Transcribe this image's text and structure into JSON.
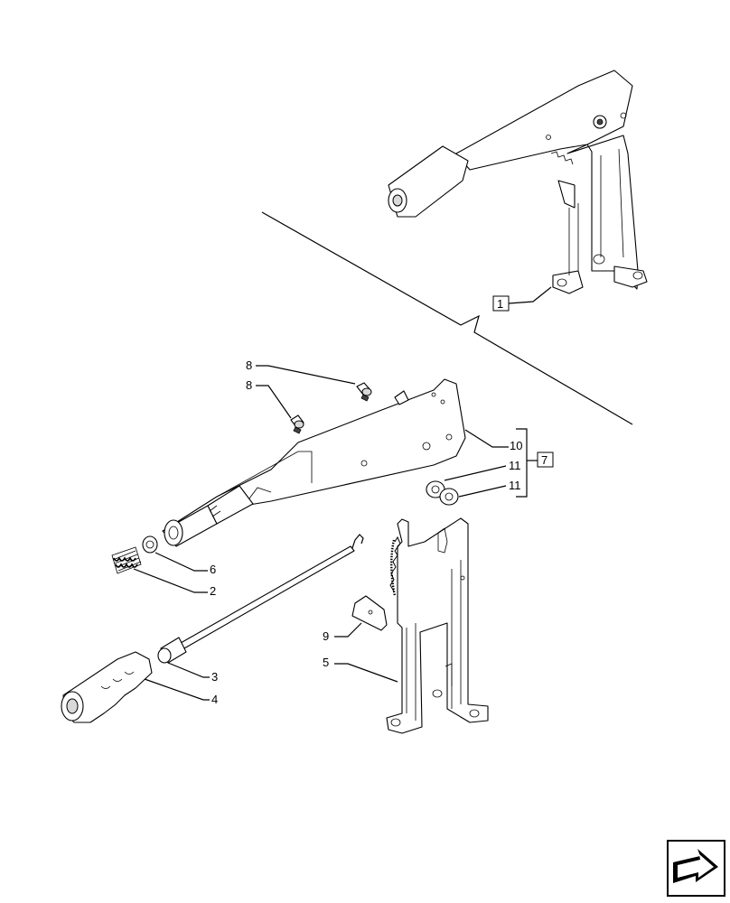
{
  "callouts": {
    "assembly": "1",
    "spring": "2",
    "grip_sleeve": "3",
    "handle_grip": "4",
    "bracket": "5",
    "washer": "6",
    "kit": "7",
    "grease_fitting_upper": "8",
    "grease_fitting_lower": "8",
    "plate": "9",
    "lever": "10",
    "bushing_upper": "11",
    "bushing_lower": "11"
  },
  "nav": {
    "icon": "next-page-arrow-icon"
  }
}
